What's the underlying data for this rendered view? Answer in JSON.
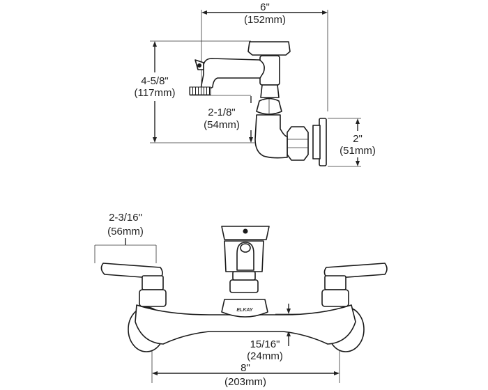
{
  "side_view": {
    "width_in": "6\"",
    "width_mm": "(152mm)",
    "height_in": "4-5/8\"",
    "height_mm": "(117mm)",
    "spout_in": "2-1/8\"",
    "spout_mm": "(54mm)",
    "flange_in": "2\"",
    "flange_mm": "(51mm)"
  },
  "front_view": {
    "handle_in": "2-3/16\"",
    "handle_mm": "(56mm)",
    "thickness_in": "15/16\"",
    "thickness_mm": "(24mm)",
    "centers_in": "8\"",
    "centers_mm": "(203mm)",
    "brand": "ELKAY"
  }
}
